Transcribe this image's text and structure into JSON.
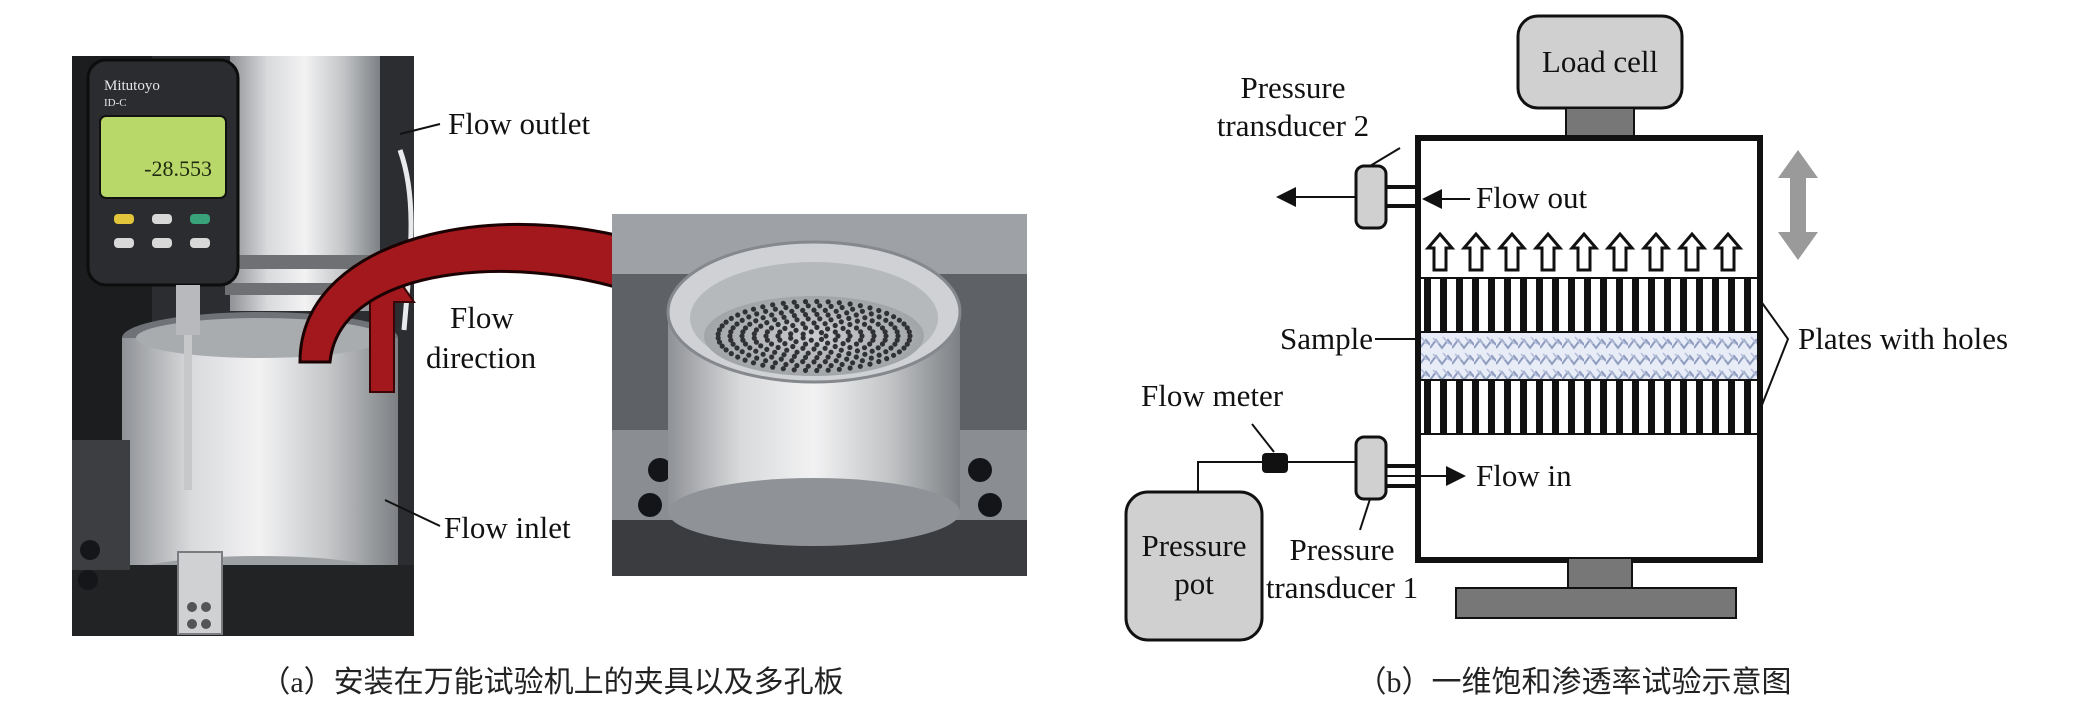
{
  "panel_a": {
    "labels": {
      "flow_outlet": "Flow outlet",
      "flow_direction_1": "Flow",
      "flow_direction_2": "direction",
      "flow_inlet": "Flow inlet"
    },
    "gauge": {
      "brand": "Mitutoyo",
      "sub": "ID-C",
      "reading": "-28.553",
      "screen_color": "#b9d86a"
    },
    "arrow_color": "#a3181c",
    "caption": "（a）安装在万能试验机上的夹具以及多孔板"
  },
  "panel_b": {
    "labels": {
      "load_cell": "Load cell",
      "pt2_line1": "Pressure",
      "pt2_line2": "transducer 2",
      "flow_out": "Flow out",
      "sample": "Sample",
      "plates": "Plates with holes",
      "flow_meter": "Flow meter",
      "flow_in": "Flow in",
      "pot_line1": "Pressure",
      "pot_line2": "pot",
      "pt1_line1": "Pressure",
      "pt1_line2": "transducer 1"
    },
    "caption": "（b）一维饱和渗透率试验示意图",
    "box_fill": "#d0d0d0",
    "base_fill": "#777777"
  }
}
